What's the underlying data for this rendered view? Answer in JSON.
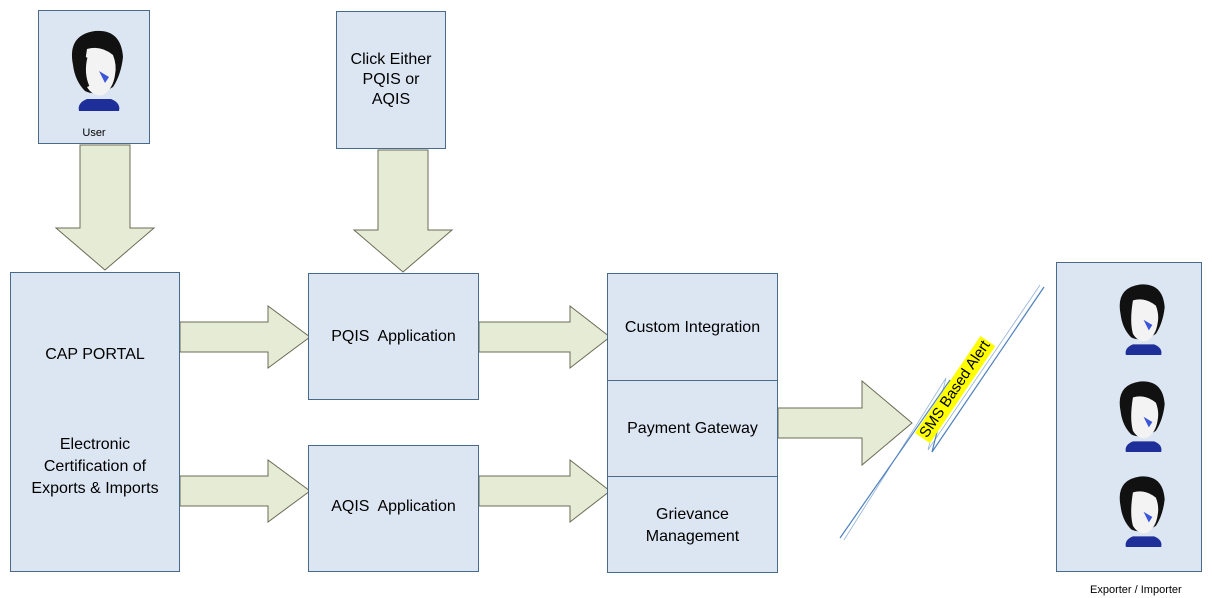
{
  "colors": {
    "box_fill": "#dce6f2",
    "box_border": "#4a6a8a",
    "arrow_fill": "#e6ebd6",
    "arrow_stroke": "#6b6b55",
    "highlight": "#ffff00",
    "bolt": "#4f81bd"
  },
  "user": {
    "label": "User",
    "icon": "user-face-icon"
  },
  "instruction": {
    "line1": "Click Either",
    "line2": "PQIS or",
    "line3": "AQIS"
  },
  "cap": {
    "title": "CAP PORTAL",
    "line1": "Electronic",
    "line2": "Certification of",
    "line3": "Exports & Imports"
  },
  "pqis": {
    "label": "PQIS  Application"
  },
  "aqis": {
    "label": "AQIS  Application"
  },
  "services": {
    "custom": "Custom Integration",
    "payment": "Payment Gateway",
    "grievance_line1": "Grievance",
    "grievance_line2": "Management"
  },
  "sms": {
    "label": "SMS Based Alert"
  },
  "recipients": {
    "label": "Exporter / Importer",
    "icon": "user-face-icon"
  }
}
